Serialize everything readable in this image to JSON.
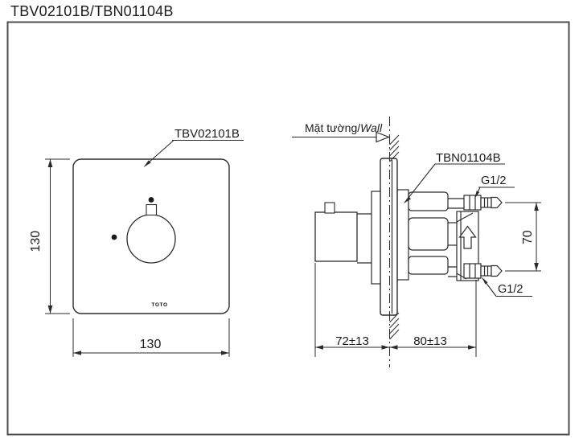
{
  "title": "TBV02101B/TBN01104B",
  "front_view": {
    "part_label": "TBV02101B",
    "brand_logo": "TOTO",
    "height_dim": "130",
    "width_dim": "130"
  },
  "side_view": {
    "wall_label_vi": "Mặt tường/",
    "wall_label_en": "Wall",
    "part_label": "TBN01104B",
    "top_thread_label": "G1/2",
    "bottom_thread_label": "G1/2",
    "port_spacing_dim": "70",
    "front_depth_dim": "72±13",
    "back_depth_dim": "80±13"
  },
  "colors": {
    "line": "#2b2b2b",
    "frame": "#4d4d4d",
    "background": "#ffffff"
  }
}
